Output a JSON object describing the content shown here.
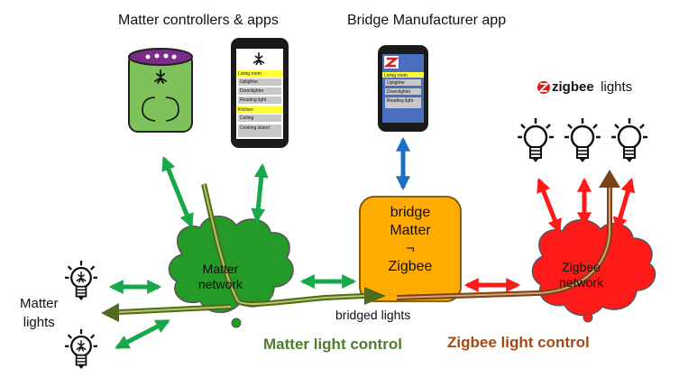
{
  "labels": {
    "matter_controllers": "Matter controllers & apps",
    "bridge_app": "Bridge Manufacturer app",
    "zigbee_brand": "zigbee",
    "zigbee_lights": " lights",
    "matter_network": "Matter\nnetwork",
    "zigbee_network": "Zigbee\nnetwork",
    "bridge": "bridge\nMatter\n¬\nZigbee",
    "matter_lights": "Matter\nlights",
    "bridged_lights": "bridged lights",
    "matter_light_control": "Matter light control",
    "zigbee_light_control": "Zigbee light control"
  },
  "matter_phone": {
    "rows": [
      "Living room",
      "Uplighter",
      "Downlighter",
      "Reading light",
      "Kitchen",
      "Ceiling",
      "Cooking island"
    ]
  },
  "bridge_phone": {
    "rows": [
      "Living room",
      "Uplighter",
      "Downlighter",
      "Reading light"
    ]
  },
  "colors": {
    "matter_green": "#2f8f2f",
    "cloud_green": "#249a28",
    "zigbee_red": "#ff1a1a",
    "bridge_orange": "#ffab00",
    "arrow_green": "#17a84a",
    "arrow_red": "#ff1a1a",
    "arrow_blue": "#1b6fc4",
    "matter_control_text": "#4e7d2d",
    "zigbee_control_text": "#a24a16"
  }
}
